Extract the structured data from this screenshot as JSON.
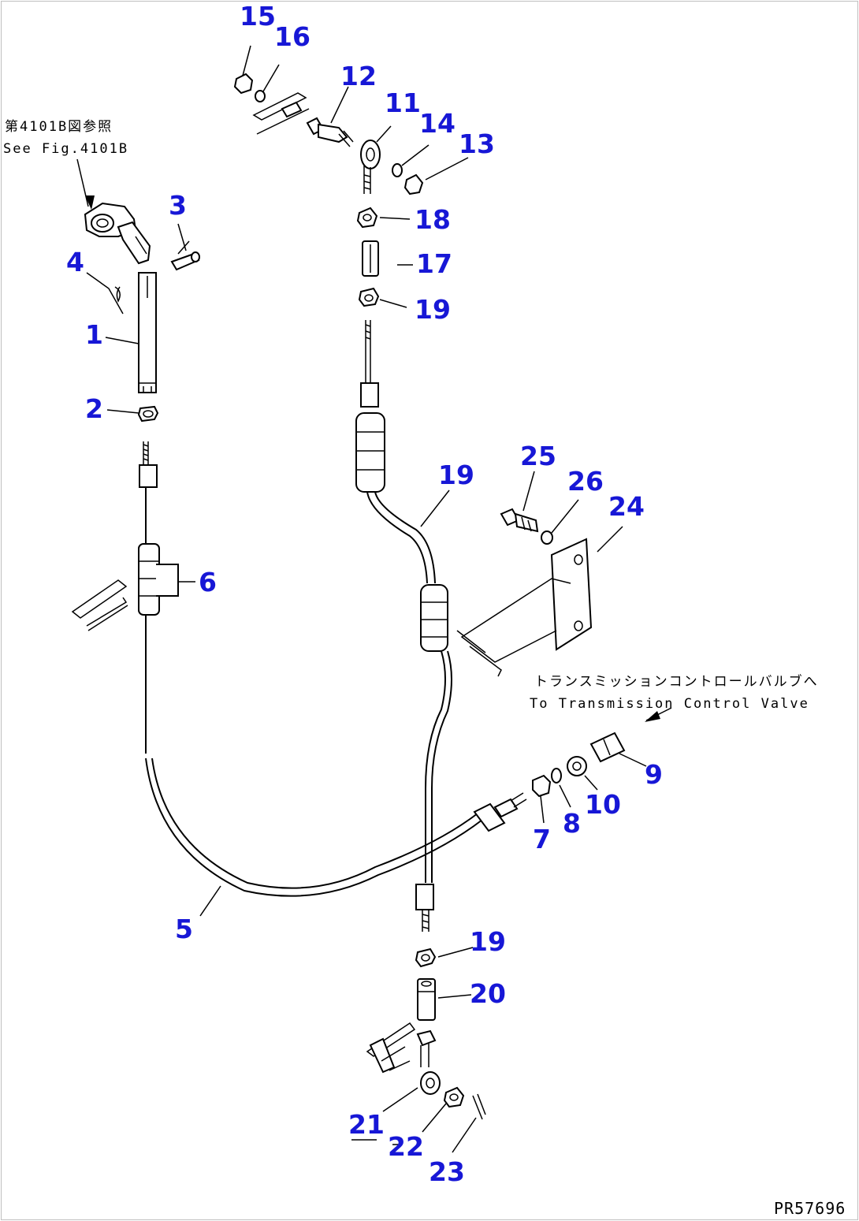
{
  "diagram": {
    "drawing_number": "PR57696",
    "colors": {
      "callout": "#1717d6",
      "line": "#000000"
    },
    "notes": {
      "see_fig_jp": "第4101B図参照",
      "see_fig_en": "See Fig.4101B",
      "to_valve_jp": "トランスミッションコントロールバルブへ",
      "to_valve_en": "To Transmission Control Valve"
    },
    "callouts": [
      {
        "id": "c1",
        "label": "1"
      },
      {
        "id": "c2",
        "label": "2"
      },
      {
        "id": "c3",
        "label": "3"
      },
      {
        "id": "c4",
        "label": "4"
      },
      {
        "id": "c5",
        "label": "5"
      },
      {
        "id": "c6",
        "label": "6"
      },
      {
        "id": "c7",
        "label": "7"
      },
      {
        "id": "c8",
        "label": "8"
      },
      {
        "id": "c9",
        "label": "9"
      },
      {
        "id": "c10",
        "label": "10"
      },
      {
        "id": "c11",
        "label": "11"
      },
      {
        "id": "c12",
        "label": "12"
      },
      {
        "id": "c13",
        "label": "13"
      },
      {
        "id": "c14",
        "label": "14"
      },
      {
        "id": "c15",
        "label": "15"
      },
      {
        "id": "c16",
        "label": "16"
      },
      {
        "id": "c17",
        "label": "17"
      },
      {
        "id": "c18",
        "label": "18"
      },
      {
        "id": "c19a",
        "label": "19"
      },
      {
        "id": "c19b",
        "label": "19"
      },
      {
        "id": "c19c",
        "label": "19"
      },
      {
        "id": "c20",
        "label": "20"
      },
      {
        "id": "c21",
        "label": "21"
      },
      {
        "id": "c22",
        "label": "22"
      },
      {
        "id": "c23",
        "label": "23"
      },
      {
        "id": "c24",
        "label": "24"
      },
      {
        "id": "c25",
        "label": "25"
      },
      {
        "id": "c26",
        "label": "26"
      }
    ]
  }
}
